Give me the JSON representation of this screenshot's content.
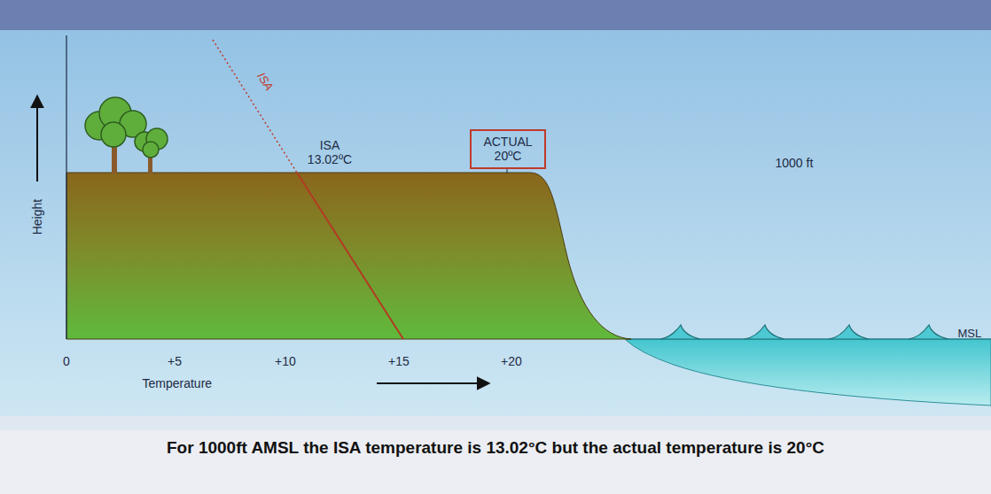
{
  "diagram": {
    "caption": "For 1000ft AMSL the ISA temperature is 13.02°C but the actual temperature is 20°C",
    "nodes": [
      {
        "text": [
          "ACTUAL 20ºC"
        ]
      }
    ],
    "labels": [
      "Height",
      "ISA",
      "ISA 13.02ºC",
      "1000 ft",
      "MSL",
      "0",
      "+5",
      "+10",
      "+15",
      "+20",
      "Temperature"
    ]
  }
}
